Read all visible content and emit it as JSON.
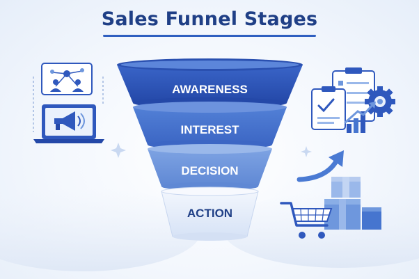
{
  "title": "Sales Funnel Stages",
  "stages": [
    {
      "label": "AWARENESS"
    },
    {
      "label": "INTEREST"
    },
    {
      "label": "DECISION"
    },
    {
      "label": "ACTION"
    }
  ],
  "icons": {
    "left_top": "network-people-icon",
    "left_bottom": "laptop-megaphone-icon",
    "right_top": "clipboard-checklist-icon",
    "right_top_extra": "gear-icon",
    "right_chart": "bar-chart-icon",
    "right_arrow": "growth-arrow-icon",
    "right_bottom": "shopping-cart-icon",
    "right_boxes": "boxes-icon"
  },
  "colors": {
    "title": "#1f3f86",
    "stage_1": "#2f58bd",
    "stage_2": "#4675cf",
    "stage_3": "#6e97dd",
    "stage_4": "#e4ecf9",
    "stage_text_light": "#ffffff",
    "stage_text_dark": "#1f3f86"
  }
}
